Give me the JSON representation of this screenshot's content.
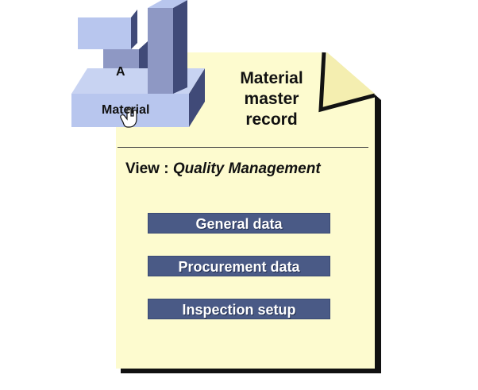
{
  "colors": {
    "document_fill": "#fdfbcf",
    "document_shadow": "#111111",
    "button_fill": "#4a5a86",
    "cube_light": "#b8c6ee",
    "cube_mid": "#8e98c4",
    "cube_dark": "#404a78"
  },
  "document": {
    "title": "Material\nmaster\nrecord",
    "view_prefix": "View : ",
    "view_name": "Quality Management"
  },
  "fields": [
    {
      "label": "General data"
    },
    {
      "label": "Procurement data"
    },
    {
      "label": "Inspection setup"
    }
  ],
  "cube": {
    "label_top": "A",
    "label_base": "Material"
  },
  "icons": {
    "pointer": "hand-pointer-icon"
  }
}
